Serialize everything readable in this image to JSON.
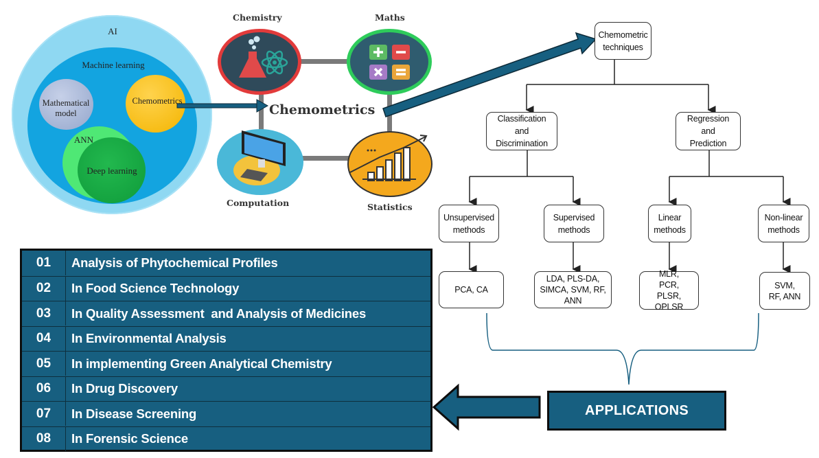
{
  "venn": {
    "ai": "AI",
    "machine_learning": "Machine learning",
    "mathematical_model": "Mathematical model",
    "chemometrics": "Chemometrics",
    "ann": "ANN",
    "deep_learning": "Deep learning"
  },
  "hub": {
    "center": "Chemometrics",
    "chemistry": "Chemistry",
    "maths": "Maths",
    "computation": "Computation",
    "statistics": "Statistics"
  },
  "tree": {
    "root": "Chemometric techniques",
    "classification": "Classification and Discrimination",
    "regression": "Regression and Prediction",
    "unsupervised": "Unsupervised methods",
    "supervised": "Supervised methods",
    "linear": "Linear methods",
    "nonlinear": "Non-linear methods",
    "unsupervised_examples": "PCA, CA",
    "supervised_examples": "LDA, PLS-DA, SIMCA, SVM, RF, ANN",
    "linear_examples": "MLR, PCR, PLSR, OPLSR",
    "nonlinear_examples": "SVM, RF, ANN"
  },
  "applications": {
    "label": "APPLICATIONS",
    "items": [
      {
        "num": "01",
        "text": "Analysis of Phytochemical Profiles"
      },
      {
        "num": "02",
        "text": "In Food Science Technology"
      },
      {
        "num": "03",
        "text": "In Quality Assessment  and Analysis of Medicines"
      },
      {
        "num": "04",
        "text": "In Environmental Analysis"
      },
      {
        "num": "05",
        "text": "In implementing Green Analytical Chemistry"
      },
      {
        "num": "06",
        "text": "In Drug Discovery"
      },
      {
        "num": "07",
        "text": "In Disease Screening"
      },
      {
        "num": "08",
        "text": "In Forensic Science"
      }
    ]
  },
  "colors": {
    "accent_blue": "#175f80",
    "chemistry_ring": "#e23b3b",
    "maths_ring": "#2ecc5b",
    "computation_fill": "#4ab8d8",
    "statistics_fill": "#f4a81d"
  }
}
